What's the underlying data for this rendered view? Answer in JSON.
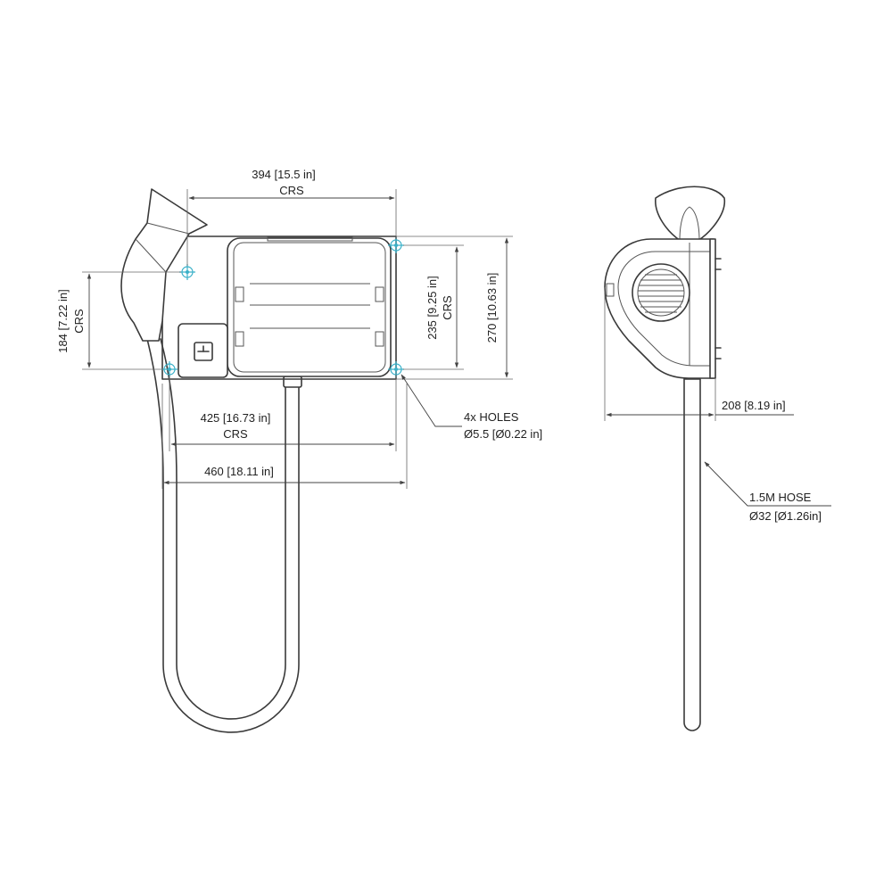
{
  "dimensions": {
    "top_width": {
      "value": "394 [15.5 in]",
      "note": "CRS"
    },
    "left_height": {
      "value": "184 [7.22 in]",
      "note": "CRS"
    },
    "mid_height": {
      "value": "235 [9.25 in]",
      "note": "CRS"
    },
    "right_height": {
      "value": "270 [10.63 in]"
    },
    "crs_width": {
      "value": "425 [16.73 in]",
      "note": "CRS"
    },
    "overall_width": {
      "value": "460 [18.11 in]"
    },
    "side_depth": {
      "value": "208 [8.19 in]"
    }
  },
  "callouts": {
    "holes": {
      "line1": "4x HOLES",
      "line2": "Ø5.5 [Ø0.22 in]"
    },
    "hose": {
      "line1": "1.5M HOSE",
      "line2": "Ø32 [Ø1.26in]"
    }
  },
  "colors": {
    "hole_marker": "#3ab0c8",
    "outline": "#3a3a3a"
  }
}
